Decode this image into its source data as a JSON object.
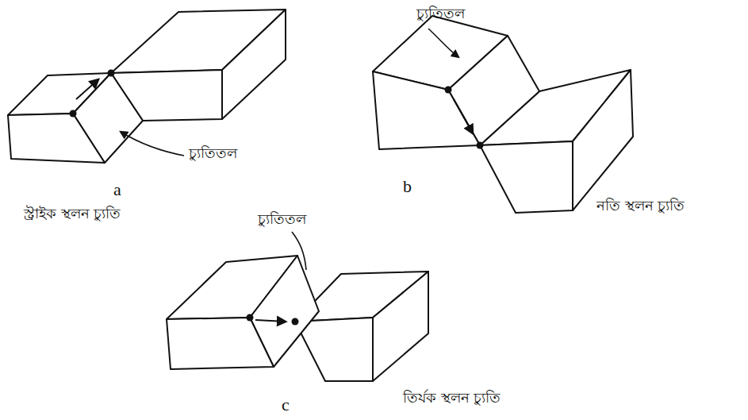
{
  "diagram": {
    "labels": [
      "চ্যুতিতল",
      "চ্যুতিতল",
      "a",
      "b",
      "নতি স্থলন চ্যুতি",
      "স্ট্রাইক স্থলন চ্যুতি",
      "চ্যুতিতল",
      "তির্যক স্থলন চ্যুতি",
      "c"
    ]
  }
}
